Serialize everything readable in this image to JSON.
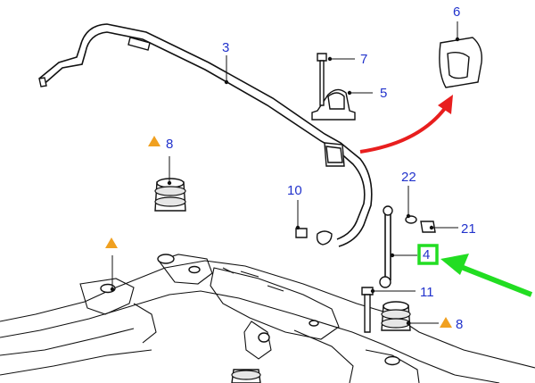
{
  "callouts": {
    "c3": "3",
    "c4": "4",
    "c5": "5",
    "c6": "6",
    "c7": "7",
    "c8_top": "8",
    "c8_bottom": "8",
    "c10": "10",
    "c11": "11",
    "c21": "21",
    "c22": "22"
  },
  "colors": {
    "callout_text": "#2233cc",
    "warning_triangle": "#f0a020",
    "red_arrow": "#e81e1e",
    "green_arrow": "#22dd22",
    "highlight_box": "#22dd22"
  },
  "icons": {
    "warning": "warning-triangle-icon",
    "pointer_red": "red-curved-arrow",
    "pointer_green": "green-arrow"
  }
}
